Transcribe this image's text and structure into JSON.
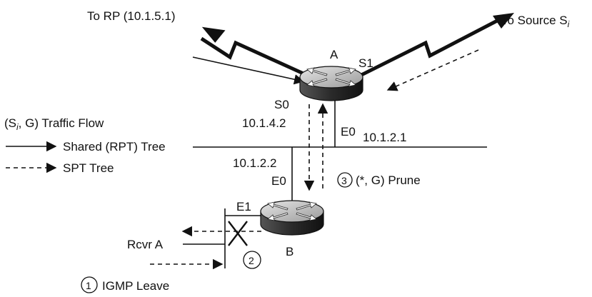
{
  "labels": {
    "to_rp": "To RP (10.1.5.1)",
    "to_source_prefix": "To Source S",
    "to_source_sub": "i",
    "router_a": "A",
    "router_b": "B",
    "a_s1": "S1",
    "a_s0": "S0",
    "a_s0_ip": "10.1.4.2",
    "a_e0": "E0",
    "a_e0_ip": "10.1.2.1",
    "b_e0_ip": "10.1.2.2",
    "b_e0": "E0",
    "b_e1": "E1",
    "prune_num": "3",
    "prune_text": "(*, G) Prune",
    "step2_num": "2",
    "rcvr_a": "Rcvr A",
    "igmp_num": "1",
    "igmp_text": "IGMP Leave"
  },
  "legend": {
    "title_open": "(S",
    "title_sub": "i",
    "title_rest": ", G) Traffic Flow",
    "shared": "Shared (RPT) Tree",
    "spt": "SPT Tree"
  },
  "icons": {
    "router": "router-icon",
    "prune_mark": "x-cross-icon"
  },
  "colors": {
    "line": "#111111",
    "router_top": "#c8c8c8",
    "router_body": "#3a3a3a"
  }
}
